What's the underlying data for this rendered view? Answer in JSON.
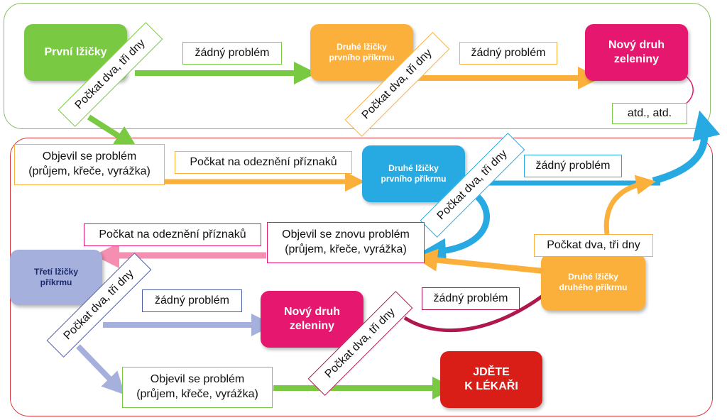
{
  "nodes": {
    "first_spoons": "První lžičky",
    "second_spoons_first_food": "Druhé lžičky\nprvního příkrmu",
    "new_vegetable_top": "Nový druh\nzeleniny",
    "second_spoons_first_food_mid": "Druhé lžičky\nprvního příkrmu",
    "third_spoons_food": "Třetí lžičky\npříkrmu",
    "second_spoons_second_food": "Druhé lžičky\ndruhého příkrmu",
    "new_vegetable_bottom": "Nový druh\nzeleniny",
    "see_doctor": "JDĚTE\nK LÉKAŘI"
  },
  "labels": {
    "wait_1": "Počkat dva, tři dny",
    "no_problem_1": "žádný problém",
    "wait_2": "Počkat dva, tři dny",
    "no_problem_2": "žádný problém",
    "etc": "atd., atd.",
    "problem_appeared": "Objevil se problém\n(průjem, křeče, vyrážka)",
    "wait_symptoms_1": "Počkat na odeznění příznaků",
    "wait_3": "Počkat dva, tři dny",
    "no_problem_3": "žádný problém",
    "wait_symptoms_2": "Počkat na odeznění příznaků",
    "problem_again": "Objevil se znovu problém\n(průjem, křeče, vyrážka)",
    "wait_4": "Počkat dva, tři dny",
    "wait_5": "Počkat dva, tři dny",
    "no_problem_4": "žádný problém",
    "no_problem_5": "žádný problém",
    "wait_6": "Počkat dva, tři dny",
    "problem_appeared_bottom": "Objevil se problém\n(průjem, křeče, vyrážka)"
  },
  "colors": {
    "green": "#7ac943",
    "orange": "#fbb03b",
    "magenta": "#e5176f",
    "blue": "#27aae1",
    "lavender": "#a6b0dc",
    "pink": "#f48fb1",
    "red": "#d91e18",
    "dark_magenta": "#b0174f",
    "top_panel_border": "#8cbf6a",
    "bottom_panel_border": "#d9363e"
  }
}
